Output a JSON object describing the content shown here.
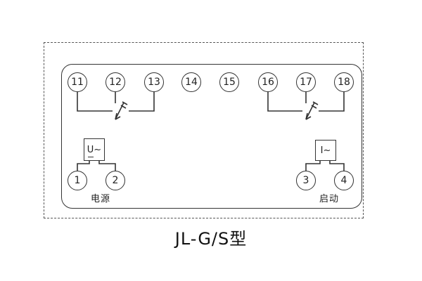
{
  "caption": "JL-G/S型",
  "terminals": {
    "top": [
      "11",
      "12",
      "13",
      "14",
      "15",
      "16",
      "17",
      "18"
    ],
    "bottom_left": [
      "1",
      "2"
    ],
    "bottom_right": [
      "3",
      "4"
    ]
  },
  "elements": {
    "voltage_box": "U~",
    "current_box": "I~"
  },
  "labels": {
    "power": "电源",
    "start": "启动"
  },
  "colors": {
    "line": "#333333",
    "background": "#ffffff"
  }
}
